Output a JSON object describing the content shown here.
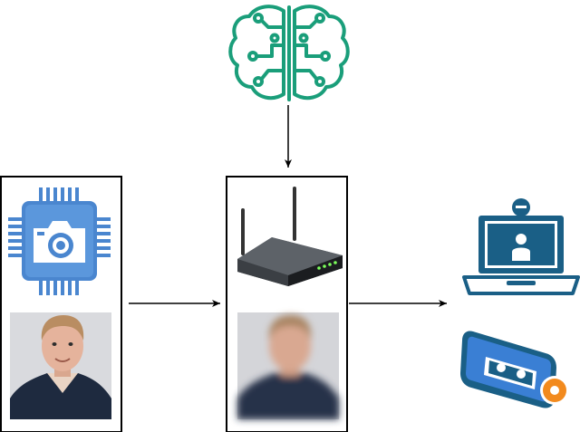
{
  "diagram": {
    "nodes": [
      {
        "id": "ai-brain",
        "icon": "circuit-brain-icon",
        "color": "#1a9e7a"
      },
      {
        "id": "source-box",
        "icons": [
          "camera-chip-icon",
          "person-photo"
        ],
        "chip_color": "#4a86cf"
      },
      {
        "id": "router-box",
        "icons": [
          "wifi-router-icon",
          "person-photo-blurred"
        ]
      },
      {
        "id": "outputs",
        "icons": [
          "video-call-laptop-icon",
          "video-tape-icon"
        ],
        "icon_color": "#1a5f86",
        "tape_color": "#3a7fd4",
        "accent": "#f28a1e"
      }
    ],
    "edges": [
      {
        "from": "ai-brain",
        "to": "router-box"
      },
      {
        "from": "source-box",
        "to": "router-box"
      },
      {
        "from": "router-box",
        "to": "outputs"
      }
    ]
  }
}
